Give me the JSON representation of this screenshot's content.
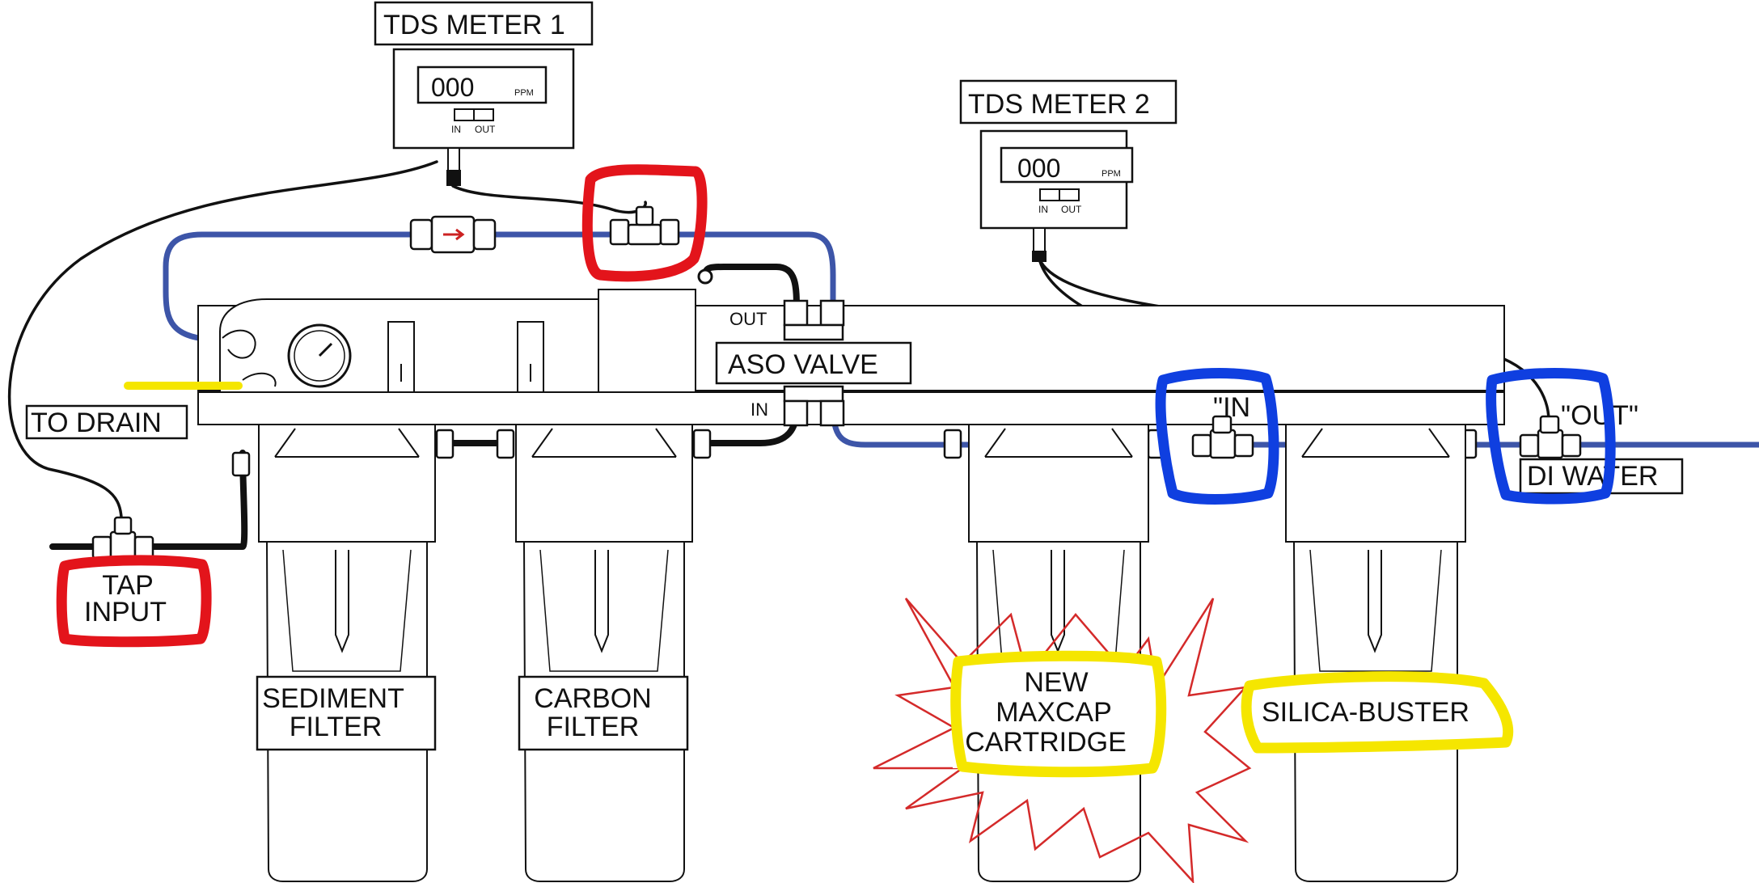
{
  "labels": {
    "tds_meter_1": "TDS METER 1",
    "tds_meter_2": "TDS METER 2",
    "to_drain": "TO DRAIN",
    "aso_valve": "ASO VALVE",
    "valve_out": "OUT",
    "valve_in": "IN",
    "tap_input_line1": "TAP",
    "tap_input_line2": "INPUT",
    "sediment_line1": "SEDIMENT",
    "sediment_line2": "FILTER",
    "carbon_line1": "CARBON",
    "carbon_line2": "FILTER",
    "maxcap_line1": "NEW",
    "maxcap_line2": "MAXCAP",
    "maxcap_line3": "CARTRIDGE",
    "silica": "SILICA-BUSTER",
    "in_tag": "\"IN",
    "out_tag": "\"OUT\"",
    "di_water": "DI WATER"
  },
  "meter_1": {
    "reading": "000",
    "unit": "PPM",
    "switch_in": "IN",
    "switch_out": "OUT"
  },
  "meter_2": {
    "reading": "000",
    "unit": "PPM",
    "switch_in": "IN",
    "switch_out": "OUT"
  },
  "colors": {
    "blue_tube": "#3d55a8",
    "red_highlight": "#e3141b",
    "blue_highlight": "#0f3fe0",
    "yellow_highlight": "#f5e600",
    "starburst": "#d42a2a"
  }
}
